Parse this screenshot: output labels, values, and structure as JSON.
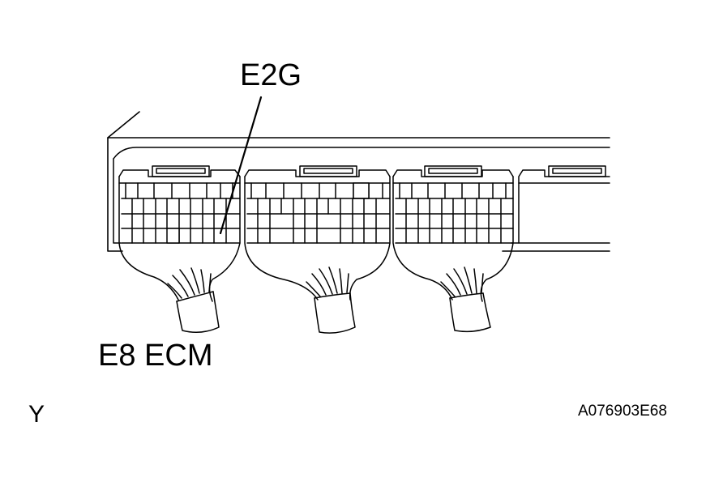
{
  "labels": {
    "pin": "E2G",
    "connector": "E8 ECM",
    "corner_letter": "Y",
    "figure_code": "A076903E68"
  },
  "colors": {
    "line": "#000000",
    "background": "#ffffff"
  }
}
